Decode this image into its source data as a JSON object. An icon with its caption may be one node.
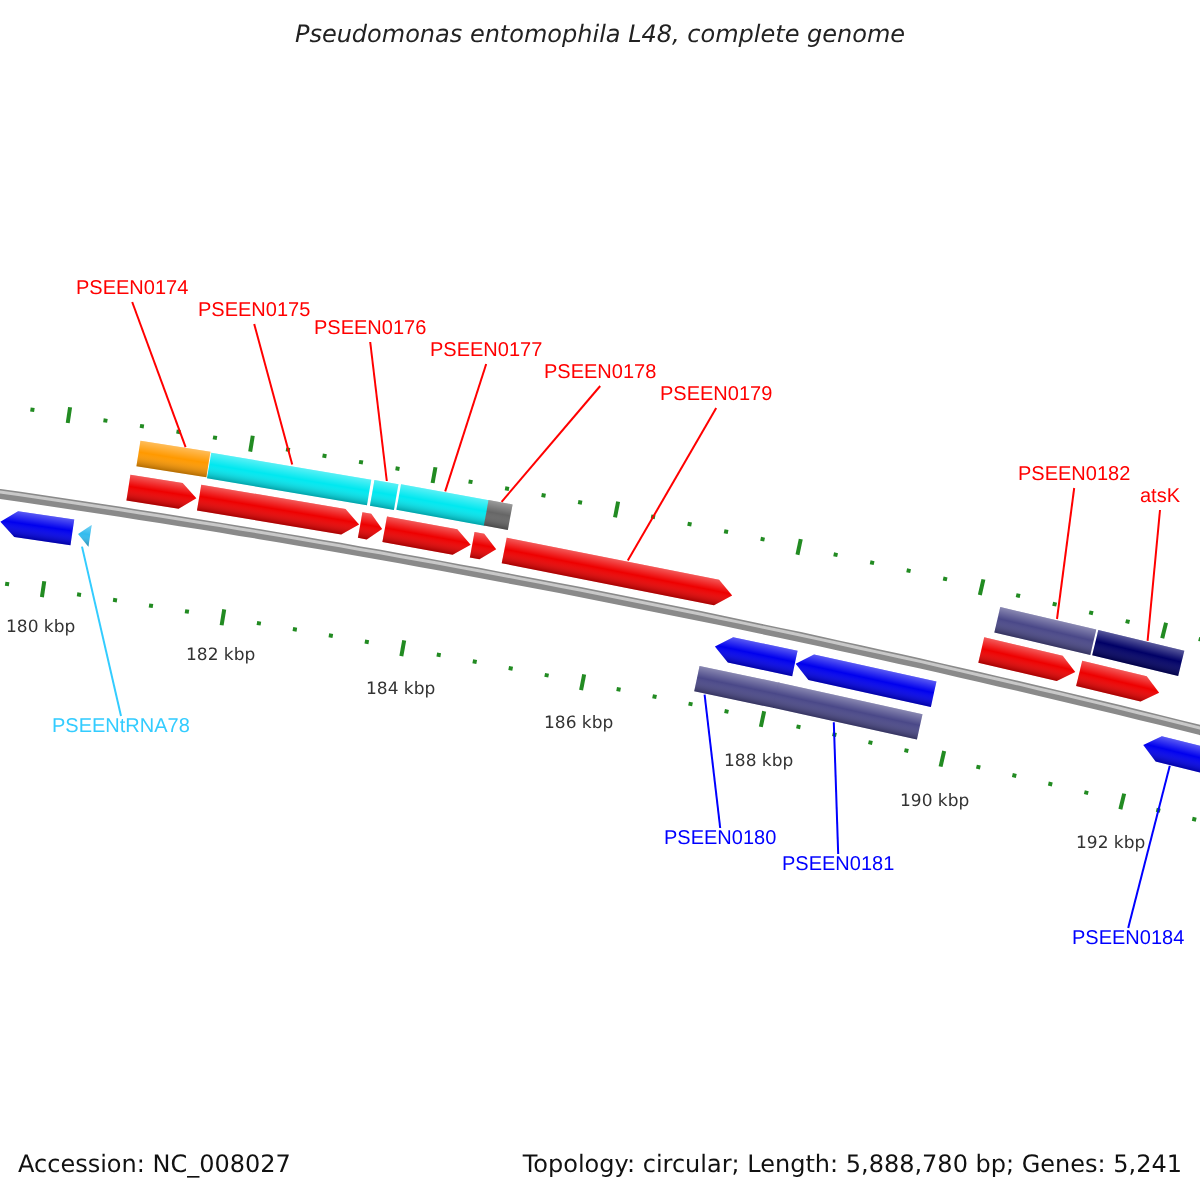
{
  "diagram": {
    "title": "Pseudomonas entomophila L48, complete genome",
    "nodes": [
      {
        "text": [
          "PSEEN0174"
        ]
      },
      {
        "text": [
          "PSEEN0175"
        ]
      },
      {
        "text": [
          "PSEEN0176"
        ]
      },
      {
        "text": [
          "PSEEN0177"
        ]
      },
      {
        "text": [
          "PSEEN0178"
        ]
      },
      {
        "text": [
          "PSEEN0179"
        ]
      },
      {
        "text": [
          "PSEEN0182"
        ]
      },
      {
        "text": [
          "atsK"
        ]
      },
      {
        "text": [
          "PSEENtRNA78"
        ]
      },
      {
        "text": [
          "PSEEN0180"
        ]
      },
      {
        "text": [
          "PSEEN0181"
        ]
      },
      {
        "text": [
          "PSEEN0184"
        ]
      },
      {
        "text": [],
        "shape": "bar"
      },
      {
        "text": [],
        "shape": "bar"
      },
      {
        "text": [],
        "shape": "bar"
      },
      {
        "text": [],
        "shape": "bar"
      },
      {
        "text": [],
        "shape": "bar"
      },
      {
        "text": [],
        "shape": "bar"
      },
      {
        "text": [],
        "shape": "bar"
      },
      {
        "text": [],
        "shape": "arrow"
      },
      {
        "text": [],
        "shape": "arrow"
      },
      {
        "text": [],
        "shape": "arrow"
      },
      {
        "text": [],
        "shape": "arrow"
      },
      {
        "text": [],
        "shape": "arrow"
      },
      {
        "text": [],
        "shape": "arrow"
      },
      {
        "text": [],
        "shape": "arrow"
      },
      {
        "text": [],
        "shape": "arrow"
      },
      {
        "text": [],
        "shape": "arrow"
      },
      {
        "text": [],
        "shape": "triangle"
      },
      {
        "text": [],
        "shape": "arrow"
      },
      {
        "text": [],
        "shape": "arrow"
      },
      {
        "text": [],
        "shape": "arrow"
      },
      {
        "text": [],
        "shape": "bar"
      },
      {
        "text": [],
        "shape": "bar"
      }
    ],
    "edges": [
      {
        "from": 0,
        "to": 12,
        "arrow": "none"
      },
      {
        "from": 1,
        "to": 13,
        "arrow": "none"
      },
      {
        "from": 2,
        "to": 14,
        "arrow": "none"
      },
      {
        "from": 3,
        "to": 15,
        "arrow": "none"
      },
      {
        "from": 4,
        "to": 16,
        "arrow": "none"
      },
      {
        "from": 5,
        "to": 24,
        "arrow": "none"
      },
      {
        "from": 6,
        "to": 17,
        "arrow": "none"
      },
      {
        "from": 7,
        "to": 18,
        "arrow": "none"
      },
      {
        "from": 8,
        "to": 28,
        "arrow": "none",
        "color": "#33ccff"
      },
      {
        "from": 9,
        "to": 32,
        "arrow": "none",
        "color": "#0000ff"
      },
      {
        "from": 10,
        "to": 33,
        "arrow": "none",
        "color": "#0000ff"
      },
      {
        "from": 11,
        "to": 31,
        "arrow": "none",
        "color": "#0000ff"
      }
    ],
    "labels": [
      "180 kbp",
      "182 kbp",
      "184 kbp",
      "186 kbp",
      "188 kbp",
      "190 kbp",
      "192 kbp",
      "Accession: NC_008027",
      "Topology: circular; Length: 5,888,780 bp; Genes: 5,241"
    ]
  }
}
